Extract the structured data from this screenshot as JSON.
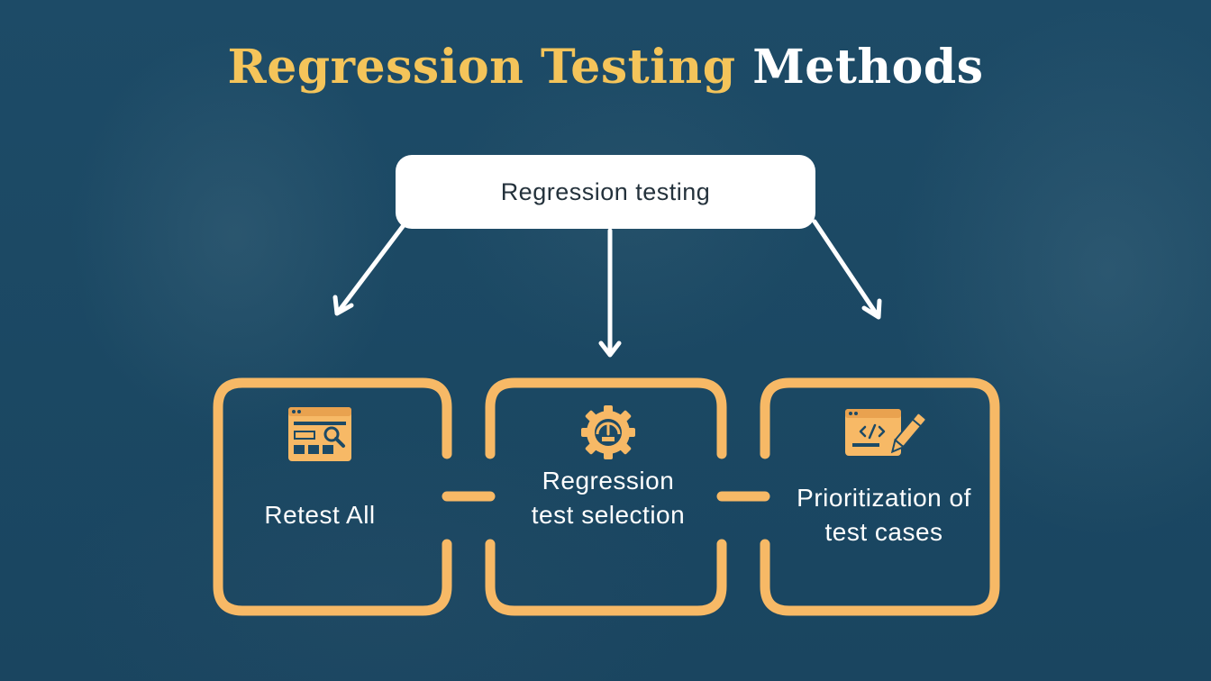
{
  "title": {
    "highlight": "Regression Testing",
    "rest": "Methods"
  },
  "root": {
    "label": "Regression testing"
  },
  "methods": [
    {
      "label": "Retest All",
      "icon": "browser-windows-search-icon"
    },
    {
      "label": "Regression test selection",
      "icon": "gear-gauge-icon"
    },
    {
      "label": "Prioritization of test cases",
      "icon": "code-window-pencil-icon"
    }
  ],
  "colors": {
    "background": "#1c4a66",
    "title_highlight": "#f4c45a",
    "title_rest": "#ffffff",
    "box_outline": "#f7b966",
    "icon_fill": "#f7b966",
    "arrow": "#ffffff",
    "root_fill": "#ffffff",
    "root_text": "#24323c"
  }
}
